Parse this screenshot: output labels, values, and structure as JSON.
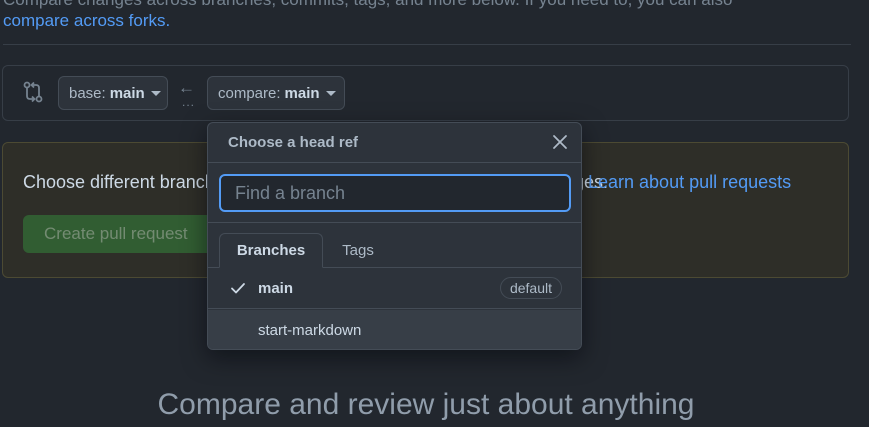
{
  "header": {
    "intro_text": "Compare changes across branches, commits, tags, and more below. If you need to, you can also",
    "forks_link": "compare across forks."
  },
  "range": {
    "base_label": "base:",
    "base_value": "main",
    "compare_label": "compare:",
    "compare_value": "main",
    "dots": "..."
  },
  "flash": {
    "message": "Choose different branches or forks above to discuss and review changes.",
    "learn_link": "Learn about pull requests",
    "create_button": "Create pull request"
  },
  "hero": {
    "title": "Compare and review just about anything"
  },
  "ref_picker": {
    "title": "Choose a head ref",
    "filter_placeholder": "Find a branch",
    "filter_value": "",
    "tabs": [
      {
        "label": "Branches",
        "selected": true
      },
      {
        "label": "Tags",
        "selected": false
      }
    ],
    "items": [
      {
        "name": "main",
        "selected": true,
        "badge": "default"
      },
      {
        "name": "start-markdown",
        "selected": false,
        "badge": ""
      }
    ]
  },
  "colors": {
    "background": "#22272e",
    "link": "#539bf5",
    "create_button": "#347d39"
  },
  "icons": {
    "compare": "git-compare-icon",
    "arrow": "arrow-left-icon",
    "close": "close-icon",
    "check": "check-icon"
  }
}
